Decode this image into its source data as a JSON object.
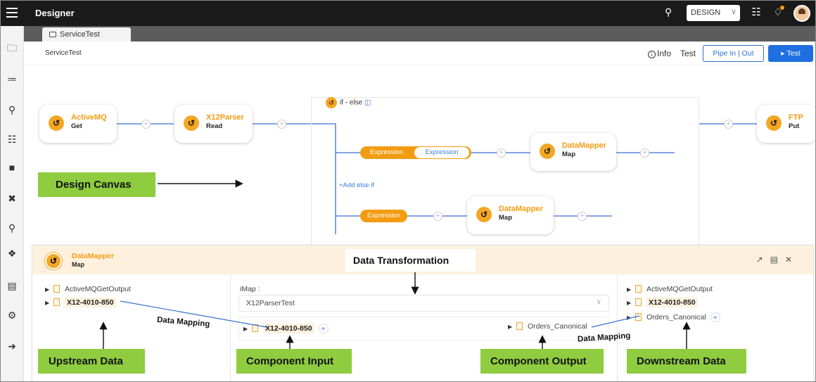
{
  "app": {
    "title": "Designer",
    "mode": "DESIGN"
  },
  "tab": {
    "label": "ServiceTest"
  },
  "header": {
    "breadcrumb": "ServiceTest",
    "info_label": "Info",
    "test_label": "Test",
    "pipe_label": "Pipe In | Out",
    "run_label": "Test"
  },
  "canvas": {
    "nodes": [
      {
        "title": "ActiveMQ",
        "sub": "Get"
      },
      {
        "title": "X12Parser",
        "sub": "Read"
      },
      {
        "title": "DataMapper",
        "sub": "Map"
      },
      {
        "title": "DataMapper",
        "sub": "Map"
      },
      {
        "title": "FTP",
        "sub": "Put"
      }
    ],
    "if_else_label": "if - else",
    "expression_1": "Expression",
    "expression_2": "Expression",
    "expression_3": "Expression",
    "add_else_if": "+Add else if"
  },
  "panel": {
    "title": "DataMapper",
    "sub": "Map",
    "upstream": [
      "ActiveMQGetOutput",
      "X12-4010-850"
    ],
    "imap_label": "iMap :",
    "imap_value": "X12ParserTest",
    "component_input": "X12-4010-850",
    "component_output": "Orders_Canonical",
    "downstream": [
      "ActiveMQGetOutput",
      "X12-4010-850",
      "Orders_Canonical"
    ]
  },
  "annotations": {
    "design_canvas": "Design Canvas",
    "data_transformation": "Data Transformation",
    "data_mapping_left": "Data Mapping",
    "data_mapping_right": "Data Mapping",
    "upstream_data": "Upstream Data",
    "component_input": "Component Input",
    "component_output": "Component Output",
    "downstream_data": "Downstream Data"
  },
  "colors": {
    "accent": "#f39c12",
    "brand_blue": "#1f6fe0",
    "callout_green": "#8fcc3f",
    "topbar": "#1a1a1a"
  },
  "icons": [
    "menu-icon",
    "search-icon",
    "file-settings-icon",
    "bell-icon",
    "avatar",
    "folder-icon",
    "service-icon"
  ]
}
